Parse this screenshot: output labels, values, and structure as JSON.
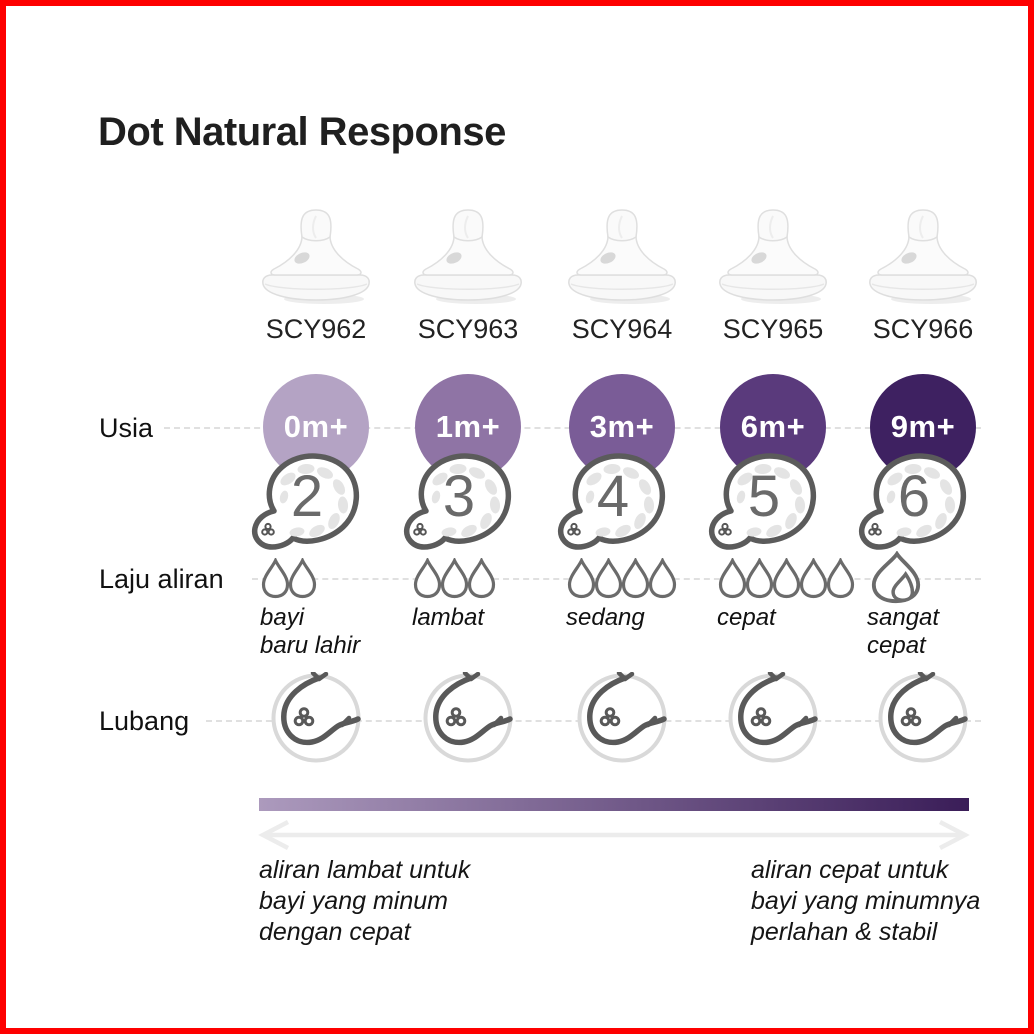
{
  "title": "Dot Natural Response",
  "frame_color": "#fe0000",
  "row_labels": {
    "age": "Usia",
    "flow": "Laju aliran",
    "hole": "Lubang"
  },
  "columns": [
    {
      "code": "SCY962",
      "age": "0m+",
      "age_color": "#b4a3c4",
      "teat_number": "2",
      "drop_count": 2,
      "drop_style": "single",
      "flow_label_lines": [
        "bayi",
        "baru lahir"
      ]
    },
    {
      "code": "SCY963",
      "age": "1m+",
      "age_color": "#8f74a5",
      "teat_number": "3",
      "drop_count": 3,
      "drop_style": "single",
      "flow_label_lines": [
        "lambat",
        ""
      ]
    },
    {
      "code": "SCY964",
      "age": "3m+",
      "age_color": "#7a5c97",
      "teat_number": "4",
      "drop_count": 4,
      "drop_style": "single",
      "flow_label_lines": [
        "sedang",
        ""
      ]
    },
    {
      "code": "SCY965",
      "age": "6m+",
      "age_color": "#5a3a7c",
      "teat_number": "5",
      "drop_count": 5,
      "drop_style": "single",
      "flow_label_lines": [
        "cepat",
        ""
      ]
    },
    {
      "code": "SCY966",
      "age": "9m+",
      "age_color": "#3e2161",
      "teat_number": "6",
      "drop_count": 1,
      "drop_style": "double",
      "flow_label_lines": [
        "sangat",
        "cepat"
      ]
    }
  ],
  "footer": {
    "left_lines": [
      "aliran lambat untuk",
      "bayi yang minum",
      "dengan cepat"
    ],
    "right_lines": [
      "aliran cepat untuk",
      "bayi yang minumnya",
      "perlahan & stabil"
    ],
    "gradient_start": "#ac9abd",
    "gradient_end": "#3a1d58"
  },
  "icons": {
    "product_photo": "teat-photo",
    "teat_diagram": "teat-cross-section-icon",
    "flow_drop": "water-drop-icon",
    "flow_drop_fast": "double-drop-icon",
    "hole": "hole-detail-icon",
    "scale_arrow": "double-arrow-icon"
  }
}
